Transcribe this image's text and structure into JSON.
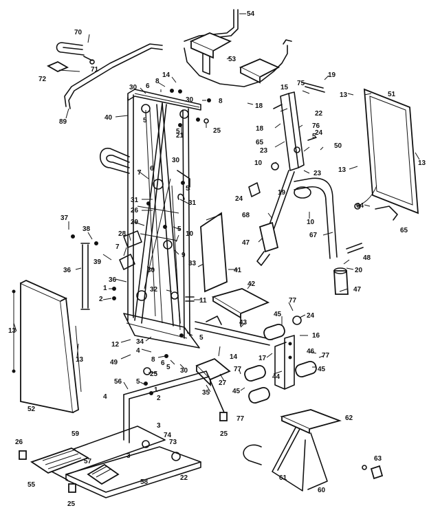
{
  "callouts": [
    "54",
    "70",
    "53",
    "71",
    "72",
    "14",
    "8",
    "30",
    "6",
    "19",
    "75",
    "15",
    "30",
    "8",
    "5",
    "18",
    "22",
    "13",
    "51",
    "89",
    "40",
    "5",
    "25",
    "21",
    "18",
    "76",
    "24",
    "5",
    "65",
    "50",
    "23",
    "10",
    "23",
    "13",
    "13",
    "30",
    "7",
    "6",
    "5",
    "24",
    "19",
    "31",
    "31",
    "26",
    "68",
    "10",
    "64",
    "37",
    "29",
    "65",
    "38",
    "28",
    "5",
    "10",
    "47",
    "67",
    "7",
    "39",
    "9",
    "36",
    "30",
    "33",
    "41",
    "48",
    "20",
    "36",
    "47",
    "32",
    "42",
    "1",
    "11",
    "77",
    "2",
    "24",
    "45",
    "13",
    "13",
    "43",
    "12",
    "16",
    "5",
    "34",
    "46",
    "77",
    "4",
    "14",
    "17",
    "49",
    "8",
    "6",
    "5",
    "30",
    "44",
    "45",
    "77",
    "25",
    "35",
    "27",
    "56",
    "5",
    "45",
    "2",
    "1",
    "4",
    "77",
    "52",
    "25",
    "62",
    "3",
    "74",
    "59",
    "73",
    "26",
    "3",
    "63",
    "57",
    "22",
    "55",
    "58",
    "61",
    "60",
    "25"
  ]
}
